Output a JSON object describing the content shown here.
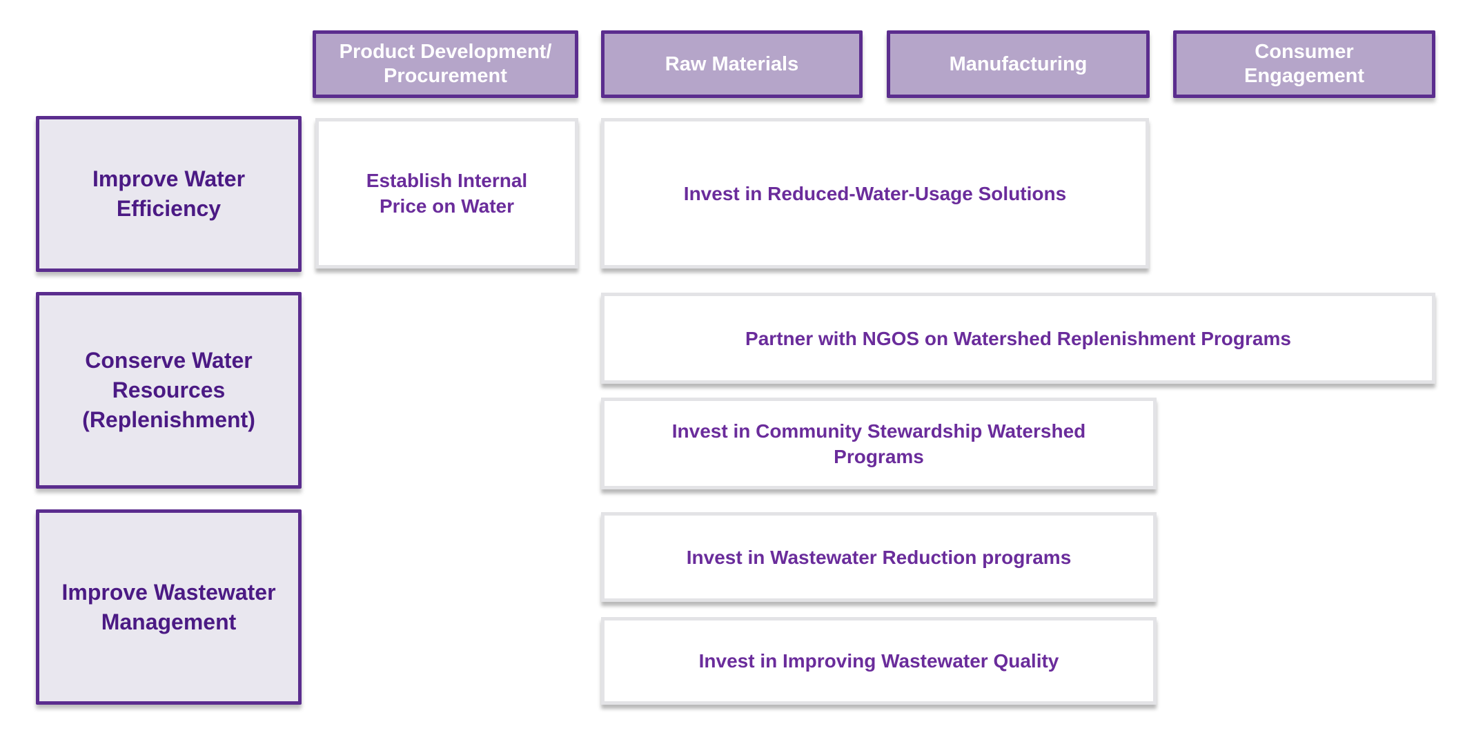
{
  "columns": [
    {
      "label": "Product Development/ Procurement"
    },
    {
      "label": "Raw Materials"
    },
    {
      "label": "Manufacturing"
    },
    {
      "label": "Consumer Engagement"
    }
  ],
  "rows": [
    {
      "label": "Improve Water Efficiency"
    },
    {
      "label": "Conserve Water Resources (Replenishment)"
    },
    {
      "label": "Improve Wastewater Management"
    }
  ],
  "actions": [
    {
      "label": "Establish Internal Price on Water"
    },
    {
      "label": "Invest in Reduced-Water-Usage Solutions"
    },
    {
      "label": "Partner with NGOS on Watershed Replenishment Programs"
    },
    {
      "label": "Invest in Community Stewardship Watershed Programs"
    },
    {
      "label": "Invest in Wastewater Reduction programs"
    },
    {
      "label": "Invest in Improving Wastewater Quality"
    }
  ],
  "colors": {
    "header_fill": "#b5a5c9",
    "border_purple": "#5b2d8e",
    "row_fill": "#e9e7ef",
    "row_text": "#4b1a84",
    "action_text": "#6a2c9b"
  }
}
